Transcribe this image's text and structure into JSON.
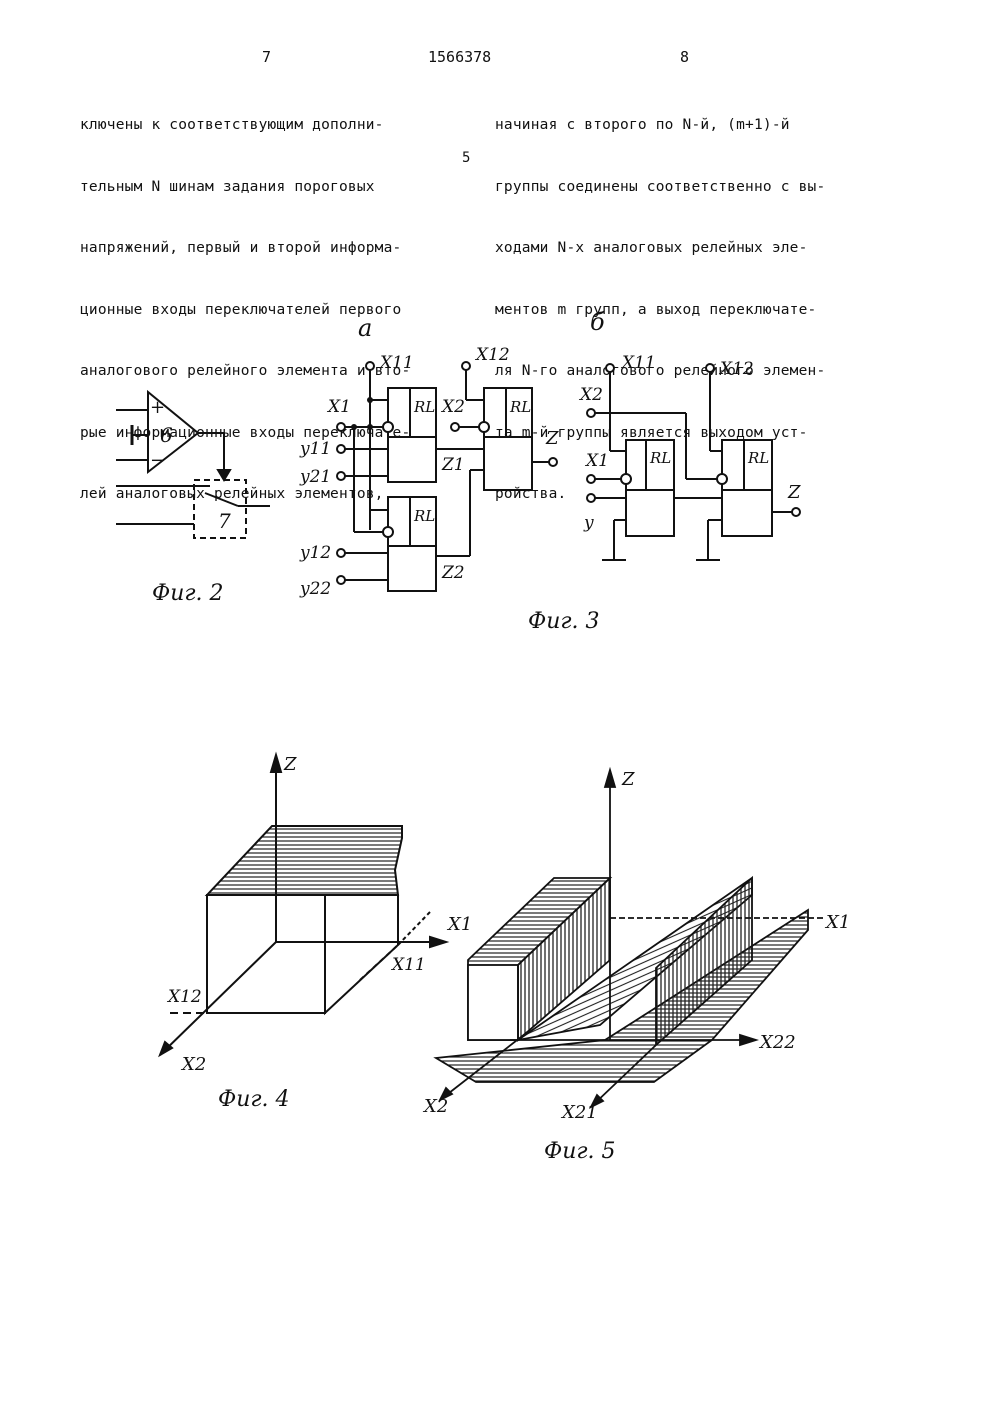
{
  "header": {
    "page_left": "7",
    "patent_number": "1566378",
    "page_right": "8"
  },
  "left_column": [
    "ключены к соответствующим дополни-",
    "тельным N шинам задания пороговых",
    "напряжений, первый и второй информа-",
    "ционные входы переключателей первого",
    "аналогового релейного элемента и вто-",
    "рые информационные входы переключате-",
    "лей аналоговых релейных элементов,"
  ],
  "line_number": "5",
  "right_column": [
    "начиная с второго по N-й, (m+1)-й",
    "группы соединены соответственно с вы-",
    "ходами N-х аналоговых релейных эле-",
    "ментов m групп, а выход переключате-",
    "ля N-го аналогового релейного элемен-",
    "та m-й группы является выходом уст-",
    "ройства."
  ],
  "fig2": {
    "caption": "Фиг. 2",
    "amp_label": "6",
    "plus": "+",
    "minus": "−",
    "switch_label": "7"
  },
  "fig3": {
    "caption": "Фиг. 3",
    "part_a": "а",
    "part_b": "б",
    "rl": "RL",
    "a": {
      "x11": "X11",
      "x12": "X12",
      "x1": "X1",
      "x2": "X2",
      "y11": "y11",
      "y21": "y21",
      "y12": "y12",
      "y22": "y22",
      "z1": "Z1",
      "z2": "Z2",
      "z": "Z"
    },
    "b": {
      "x11": "X11",
      "x12": "X12",
      "x2": "X2",
      "x1": "X1",
      "y": "y",
      "z": "Z"
    }
  },
  "fig4": {
    "caption": "Фиг. 4",
    "z": "Z",
    "x1": "X1",
    "x11": "X11",
    "x12": "X12",
    "x2": "X2"
  },
  "fig5": {
    "caption": "Фиг. 5",
    "z": "Z",
    "x1": "X1",
    "x22": "X22",
    "x2": "X2",
    "x21": "X21"
  }
}
